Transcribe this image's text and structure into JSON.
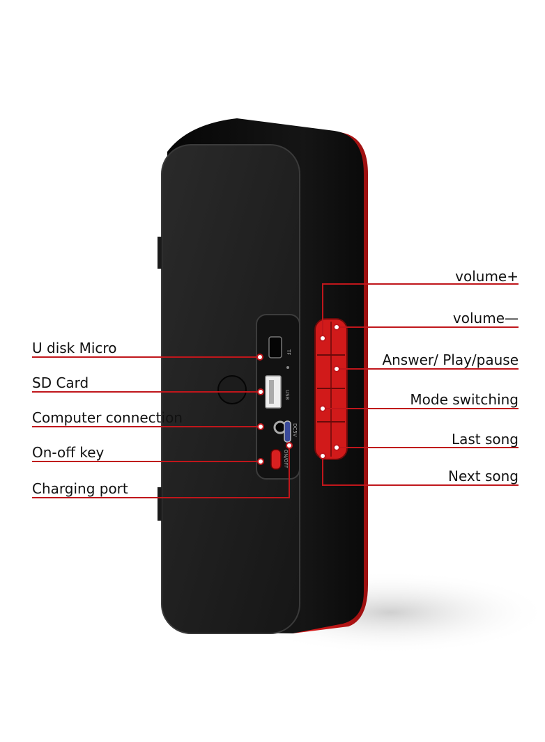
{
  "product": "bluetooth-speaker",
  "colors": {
    "body": "#0d0d0d",
    "panel": "#1f1f1f",
    "accent": "#d11a1a",
    "leader": "#c0161b",
    "background": "#ffffff"
  },
  "callouts_left": [
    {
      "id": "u-disk-micro",
      "text": "U disk Micro"
    },
    {
      "id": "sd-card",
      "text": "SD Card"
    },
    {
      "id": "computer-connection",
      "text": "Computer connection"
    },
    {
      "id": "on-off-key",
      "text": "On-off key"
    },
    {
      "id": "charging-port",
      "text": "Charging port"
    }
  ],
  "callouts_right": [
    {
      "id": "volume-up",
      "text": "volume+"
    },
    {
      "id": "volume-down",
      "text": "volume—"
    },
    {
      "id": "answer-play-pause",
      "text": "Answer/ Play/pause"
    },
    {
      "id": "mode-switching",
      "text": "Mode switching"
    },
    {
      "id": "last-song",
      "text": "Last song"
    },
    {
      "id": "next-song",
      "text": "Next song"
    }
  ],
  "port_markings": {
    "tf": "TF",
    "usb": "USB",
    "dc": "DC5V",
    "onoff": "ON/OFF"
  }
}
